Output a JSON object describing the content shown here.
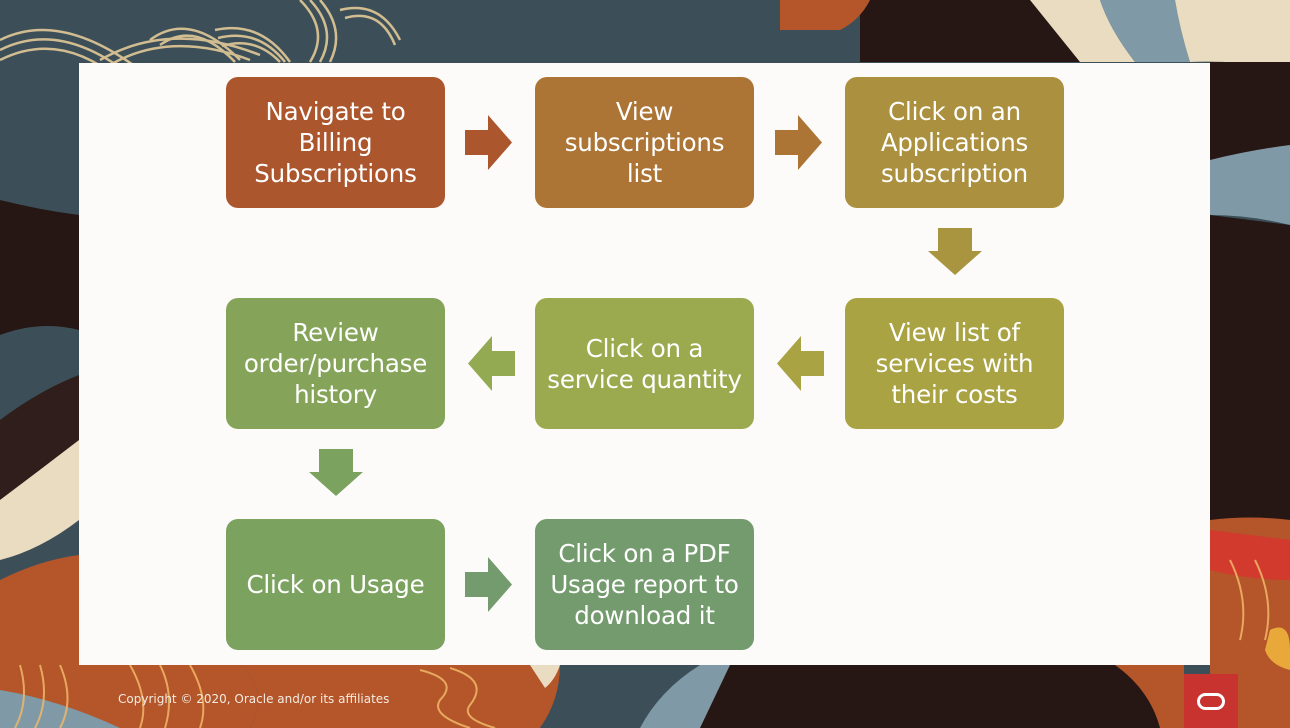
{
  "slide": {
    "colors": {
      "panel": "#fcfbfa",
      "background_slate": "#3c4f59",
      "background_dark": "#2a1a18",
      "background_rust": "#b4552a",
      "background_cream": "#e9dcc0",
      "background_blue": "#7f9aa6",
      "logo_red": "#c8322f"
    }
  },
  "flow": {
    "steps": [
      {
        "label": "Navigate to\nBilling\nSubscriptions",
        "color": "#ac562e"
      },
      {
        "label": "View\nsubscriptions\nlist",
        "color": "#ad7535"
      },
      {
        "label": "Click on an\nApplications\nsubscription",
        "color": "#ab903f"
      },
      {
        "label": "View list of\nservices with\ntheir costs",
        "color": "#a9a344"
      },
      {
        "label": "Click on a\nservice quantity",
        "color": "#9baa4f"
      },
      {
        "label": "Review\norder/purchase\nhistory",
        "color": "#85a459"
      },
      {
        "label": "Click on Usage",
        "color": "#7ca260"
      },
      {
        "label": "Click on a PDF\nUsage report to\ndownload it",
        "color": "#739b6d"
      }
    ],
    "arrows": [
      {
        "direction": "right",
        "color": "#ac562e"
      },
      {
        "direction": "right",
        "color": "#ad7535"
      },
      {
        "direction": "down",
        "color": "#a99440"
      },
      {
        "direction": "left",
        "color": "#a9a344"
      },
      {
        "direction": "left",
        "color": "#93aa53"
      },
      {
        "direction": "down",
        "color": "#7ca260"
      },
      {
        "direction": "right",
        "color": "#739b6d"
      }
    ]
  },
  "footer": {
    "copyright": "Copyright © 2020, Oracle and/or its affiliates",
    "logo_icon": "oracle-logo-icon"
  }
}
